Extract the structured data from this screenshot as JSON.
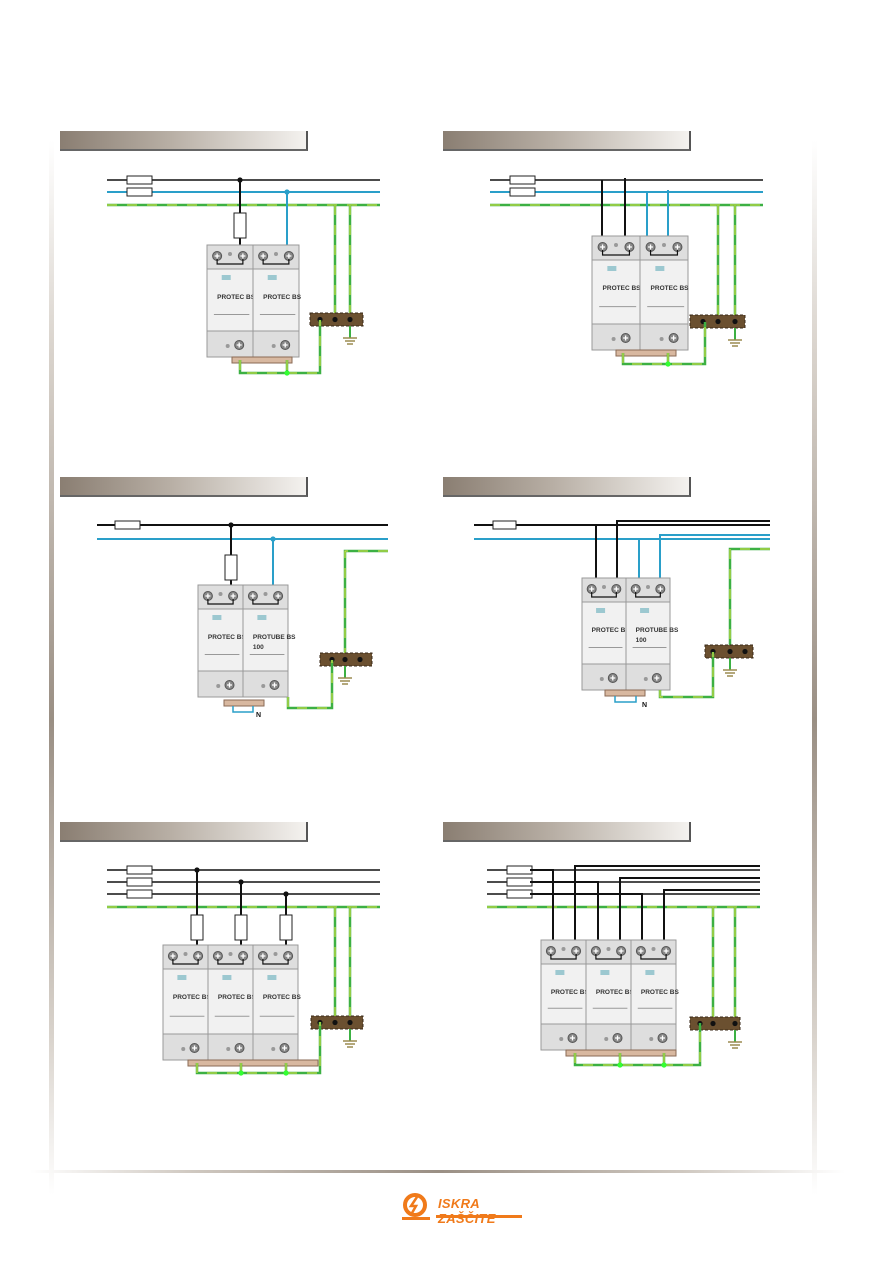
{
  "logo": {
    "text": "ISKRA ZAŠČITE",
    "color": "#f07a1a"
  },
  "diagrams": [
    {
      "modules": [
        "PROTEC BS",
        "PROTEC BS"
      ]
    },
    {
      "modules": [
        "PROTEC BS",
        "PROTEC BS"
      ]
    },
    {
      "modules": [
        "PROTEC BS",
        "PROTUBE BS\n100"
      ],
      "n_label": "N"
    },
    {
      "modules": [
        "PROTEC BS",
        "PROTUBE BS\n100"
      ],
      "n_label": "N"
    },
    {
      "modules": [
        "PROTEC BS",
        "PROTEC BS",
        "PROTEC BS"
      ]
    },
    {
      "modules": [
        "PROTEC BS",
        "PROTEC BS",
        "PROTEC BS"
      ]
    }
  ],
  "colors": {
    "phase": "#111111",
    "neutral": "#2a9fc9",
    "pe_green": "#3cb043",
    "pe_yellow": "#e8e84a",
    "busbar": "#6b5030"
  }
}
